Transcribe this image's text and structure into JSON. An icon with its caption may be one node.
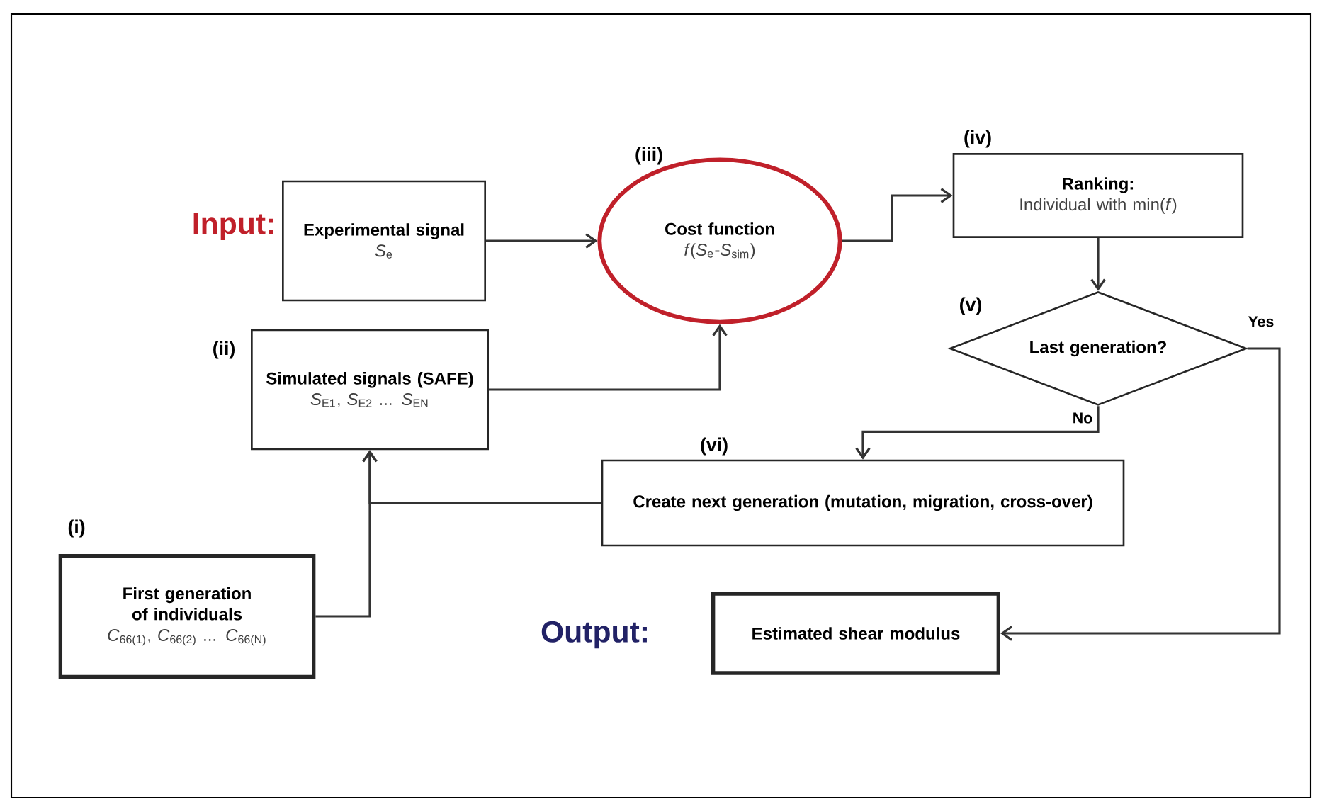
{
  "diagram": {
    "nodes": [
      {
        "text": [
          "Experimental signal",
          "*S*$_{e}$"
        ]
      },
      {
        "text": [
          "Cost function",
          "*f*(*S*$_{e}$-*S*$_{sim}$)"
        ],
        "beside": [
          "(iii)"
        ]
      },
      {
        "text": [
          "Ranking:",
          "Individual with min(*f*)"
        ],
        "beside": [
          "(iv)"
        ]
      },
      {
        "text": [
          "Last generation?"
        ],
        "beside": [
          "(v)"
        ]
      },
      {
        "text": [
          "Simulated signals (SAFE)",
          "*S*$_{E1}$, *S*$_{E2}$ ... *S*$_{EN}$"
        ],
        "beside": [
          "(ii)"
        ]
      },
      {
        "text": [
          "Create next generation (mutation, migration, cross-over)"
        ],
        "beside": [
          "(vi)"
        ]
      },
      {
        "text": [
          "First generation of individuals",
          "*C*$_{66(1)}$, *C*$_{66(2)}$ ... *C*$_{66(N)}$"
        ],
        "beside": [
          "(i)"
        ]
      },
      {
        "text": [
          "Estimated shear modulus"
        ]
      }
    ],
    "edges": [
      {
        "from": 0,
        "to": 1,
        "arrow": "to"
      },
      {
        "from": 4,
        "to": 1,
        "arrow": "to"
      },
      {
        "from": 1,
        "to": 2,
        "arrow": "to"
      },
      {
        "from": 2,
        "to": 3,
        "arrow": "to"
      },
      {
        "from": 3,
        "to": 5,
        "arrow": "to",
        "label": "No"
      },
      {
        "from": 3,
        "to": 7,
        "arrow": "to",
        "label": "Yes"
      },
      {
        "from": 6,
        "to": 4,
        "arrow": "to"
      },
      {
        "from": 5,
        "to": 4,
        "arrow": "to"
      }
    ],
    "labels": [
      "Input:",
      "Output:"
    ]
  }
}
